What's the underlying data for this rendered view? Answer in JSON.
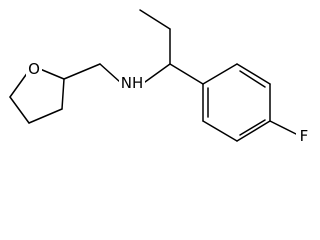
{
  "molecule": {
    "atoms": {
      "oxygen": "O",
      "amine": "NH",
      "fluorine": "F"
    },
    "colors": {
      "bond": "#000000",
      "label": "#000000",
      "background": "#ffffff"
    }
  }
}
